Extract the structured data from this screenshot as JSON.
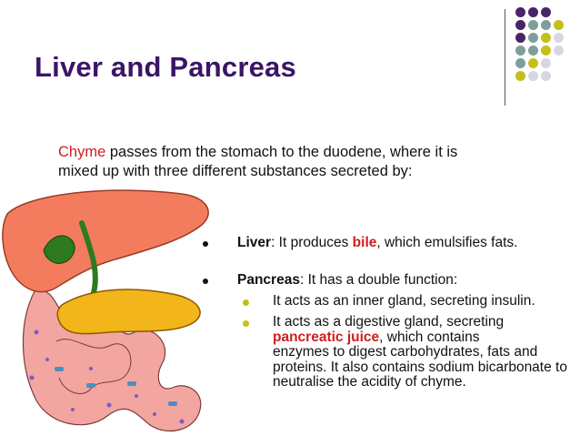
{
  "title": "Liver and Pancreas",
  "intro": {
    "keyword": "Chyme",
    "line1_rest": " passes from the stomach to the duodene, where it is",
    "line2": "mixed up with three different substances secreted by:"
  },
  "bullets": [
    {
      "term": "Liver",
      "before": ": It produces ",
      "highlight": "bile",
      "after": ", which emulsifies fats."
    },
    {
      "term": "Pancreas",
      "rest": ": It has a double function:"
    }
  ],
  "sub_bullets": [
    {
      "text": "It acts as an inner gland, secreting insulin."
    },
    {
      "line1": "It acts as a digestive gland, secreting",
      "highlight": "pancreatic juice",
      "after": ", which contains",
      "rest": "enzymes to digest carbohydrates, fats and proteins. It also contains sodium bicarbonate to neutralise the acidity of chyme."
    }
  ],
  "colors": {
    "title": "#3b1567",
    "keyword": "#d11d1d",
    "sub_bullet": "#c5bf1b",
    "liver": "#f47c5e",
    "pancreas": "#f2b51a",
    "duct": "#2e7a1e",
    "intestine": "#f3a6a0"
  },
  "decor_dots": [
    "#4a2368",
    "#7e9e9a",
    "#c5bf1b",
    "#d7d7e3"
  ]
}
